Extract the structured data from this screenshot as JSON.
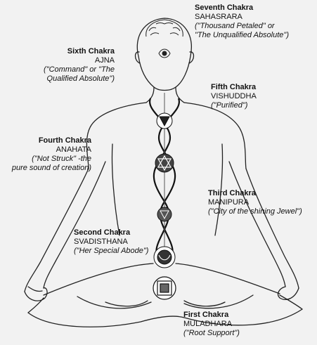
{
  "chakras": [
    {
      "title": "Seventh Chakra",
      "name": "SAHASRARA",
      "meaning": [
        "(\"Thousand Petaled\" or",
        "\"The Unqualified Absolute\")"
      ]
    },
    {
      "title": "Sixth Chakra",
      "name": "AJNA",
      "meaning": [
        "(\"Command\" or \"The",
        "Qualified Absolute\")"
      ]
    },
    {
      "title": "Fifth Chakra",
      "name": "VISHUDDHA",
      "meaning": [
        "(\"Purified\")"
      ]
    },
    {
      "title": "Fourth Chakra",
      "name": "ANAHATA",
      "meaning": [
        "(\"Not Struck\" -the",
        "pure sound of creation)"
      ]
    },
    {
      "title": "Third Chakra",
      "name": "MANIPURA",
      "meaning": [
        "(\"City of the shining Jewel\")"
      ]
    },
    {
      "title": "Second Chakra",
      "name": "SVADISTHANA",
      "meaning": [
        "(\"Her Special Abode\")"
      ]
    },
    {
      "title": "First Chakra",
      "name": "MULADHARA",
      "meaning": [
        "(\"Root Support\")"
      ]
    }
  ]
}
